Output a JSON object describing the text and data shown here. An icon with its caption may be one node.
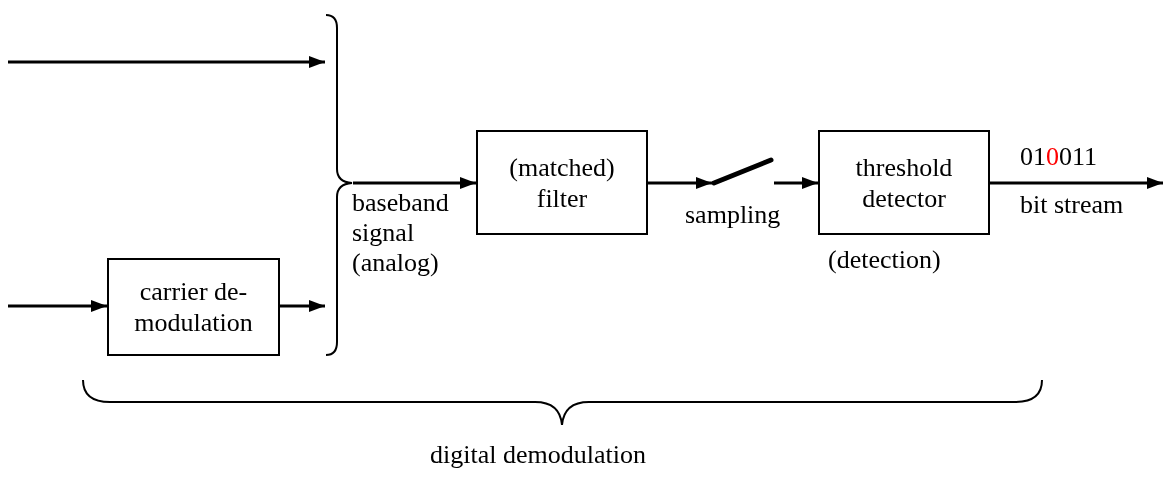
{
  "diagram": {
    "nodes": [
      {
        "text": [
          "carrier de- modulation"
        ]
      },
      {
        "text": [],
        "shape": "brace"
      },
      {
        "text": [
          "(matched) filter"
        ]
      },
      {
        "text": [],
        "shape": "switch",
        "beside": [
          "sampling"
        ]
      },
      {
        "text": [
          "threshold detector"
        ],
        "beside": [
          "(detection)"
        ]
      }
    ],
    "edges": [
      {
        "from": null,
        "to": 1,
        "arrow": "to"
      },
      {
        "from": null,
        "to": 0,
        "arrow": "to"
      },
      {
        "from": 0,
        "to": 1,
        "arrow": "to"
      },
      {
        "from": 1,
        "to": 2,
        "arrow": "to",
        "label": "baseband signal (analog)"
      },
      {
        "from": 2,
        "to": 3,
        "arrow": "to"
      },
      {
        "from": 3,
        "to": 4,
        "arrow": "to"
      },
      {
        "from": 4,
        "to": null,
        "arrow": "to",
        "label": "010011"
      }
    ],
    "labels": [
      "bit stream",
      "digital demodulation"
    ]
  }
}
